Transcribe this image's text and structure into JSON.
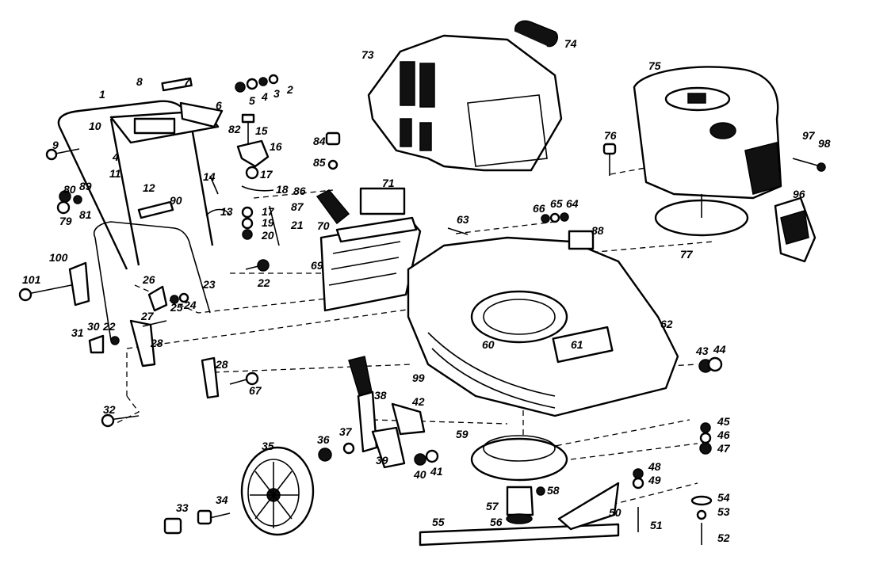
{
  "diagram": {
    "labels": {
      "p1": "1",
      "p2": "2",
      "p3": "3",
      "p4": "4",
      "p4b": "4",
      "p5": "5",
      "p6": "6",
      "p7": "7",
      "p8": "8",
      "p9": "9",
      "p10": "10",
      "p11": "11",
      "p12": "12",
      "p13": "13",
      "p14": "14",
      "p15": "15",
      "p16": "16",
      "p17": "17",
      "p17b": "17",
      "p18": "18",
      "p19": "19",
      "p20": "20",
      "p21": "21",
      "p22": "22",
      "p22b": "22",
      "p23": "23",
      "p24": "24",
      "p25": "25",
      "p26": "26",
      "p27": "27",
      "p28": "28",
      "p28b": "28",
      "p30": "30",
      "p31": "31",
      "p32": "32",
      "p33": "33",
      "p34": "34",
      "p35": "35",
      "p36": "36",
      "p37": "37",
      "p38": "38",
      "p39": "39",
      "p40": "40",
      "p41": "41",
      "p42": "42",
      "p43": "43",
      "p44": "44",
      "p45": "45",
      "p46": "46",
      "p47": "47",
      "p48": "48",
      "p49": "49",
      "p50": "50",
      "p51": "51",
      "p52": "52",
      "p53": "53",
      "p54": "54",
      "p55": "55",
      "p56": "56",
      "p57": "57",
      "p58": "58",
      "p59": "59",
      "p60": "60",
      "p61": "61",
      "p62": "62",
      "p63": "63",
      "p64": "64",
      "p65": "65",
      "p66": "66",
      "p67": "67",
      "p69": "69",
      "p70": "70",
      "p71": "71",
      "p73": "73",
      "p74": "74",
      "p75": "75",
      "p76": "76",
      "p77": "77",
      "p79": "79",
      "p80": "80",
      "p81": "81",
      "p82": "82",
      "p84": "84",
      "p85": "85",
      "p86": "86",
      "p87": "87",
      "p88": "88",
      "p89": "89",
      "p90": "90",
      "p96": "96",
      "p97": "97",
      "p98": "98",
      "p99": "99",
      "p100": "100",
      "p101": "101"
    }
  }
}
